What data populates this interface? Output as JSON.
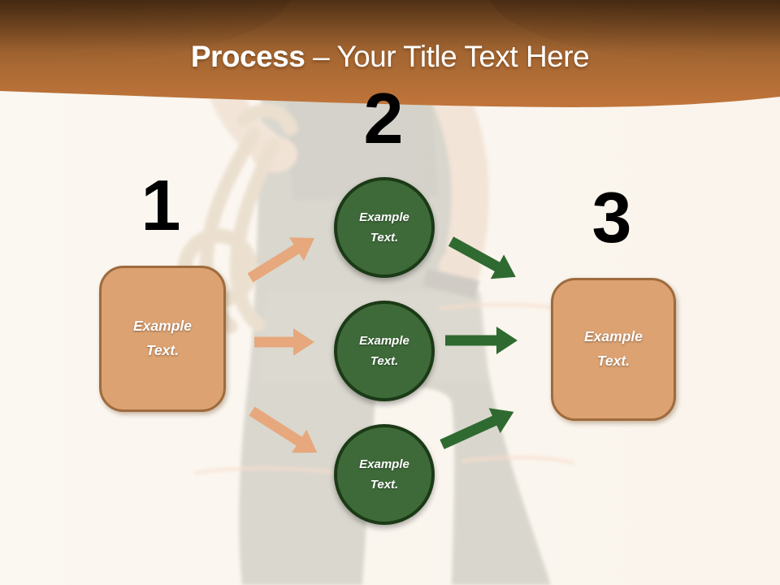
{
  "slide": {
    "title_bold": "Process",
    "title_rest": "– Your Title Text Here"
  },
  "steps": {
    "left": {
      "number": "1",
      "label": "Example Text."
    },
    "middle": {
      "number": "2",
      "labels": [
        "Example Text.",
        "Example Text.",
        "Example Text."
      ]
    },
    "right": {
      "number": "3",
      "label": "Example Text."
    }
  },
  "colors": {
    "canvas_bg": "#fbf7f1",
    "header_top": "#4f3015",
    "header_mid": "#a26531",
    "header_bottom": "#c4773c",
    "title_color": "#ffffff",
    "number_color": "#000000",
    "rect_fill": "#dda272",
    "rect_border": "#9e6b3d",
    "orange_arrow": "#e6a87c",
    "circle_fill": "#3e6a39",
    "circle_border": "#1b3a16",
    "green_arrow": "#2f6a30",
    "label_color": "#ffffff"
  }
}
